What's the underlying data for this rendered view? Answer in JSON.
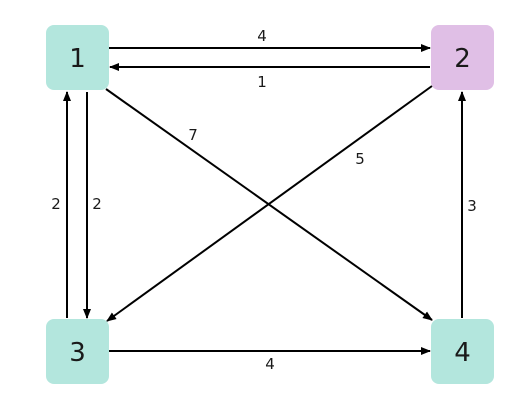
{
  "nodes": {
    "n1": {
      "label": "1",
      "color": "#b3e6dd"
    },
    "n2": {
      "label": "2",
      "color": "#e0bfe6"
    },
    "n3": {
      "label": "3",
      "color": "#b3e6dd"
    },
    "n4": {
      "label": "4",
      "color": "#b3e6dd"
    }
  },
  "edges": [
    {
      "from": "1",
      "to": "2",
      "weight": "4"
    },
    {
      "from": "2",
      "to": "1",
      "weight": "1"
    },
    {
      "from": "1",
      "to": "4",
      "weight": "7"
    },
    {
      "from": "2",
      "to": "3",
      "weight": "5"
    },
    {
      "from": "3",
      "to": "1",
      "weight": "2"
    },
    {
      "from": "1",
      "to": "3",
      "weight": "2"
    },
    {
      "from": "4",
      "to": "2",
      "weight": "3"
    },
    {
      "from": "3",
      "to": "4",
      "weight": "4"
    }
  ],
  "edge_color": "#000000"
}
